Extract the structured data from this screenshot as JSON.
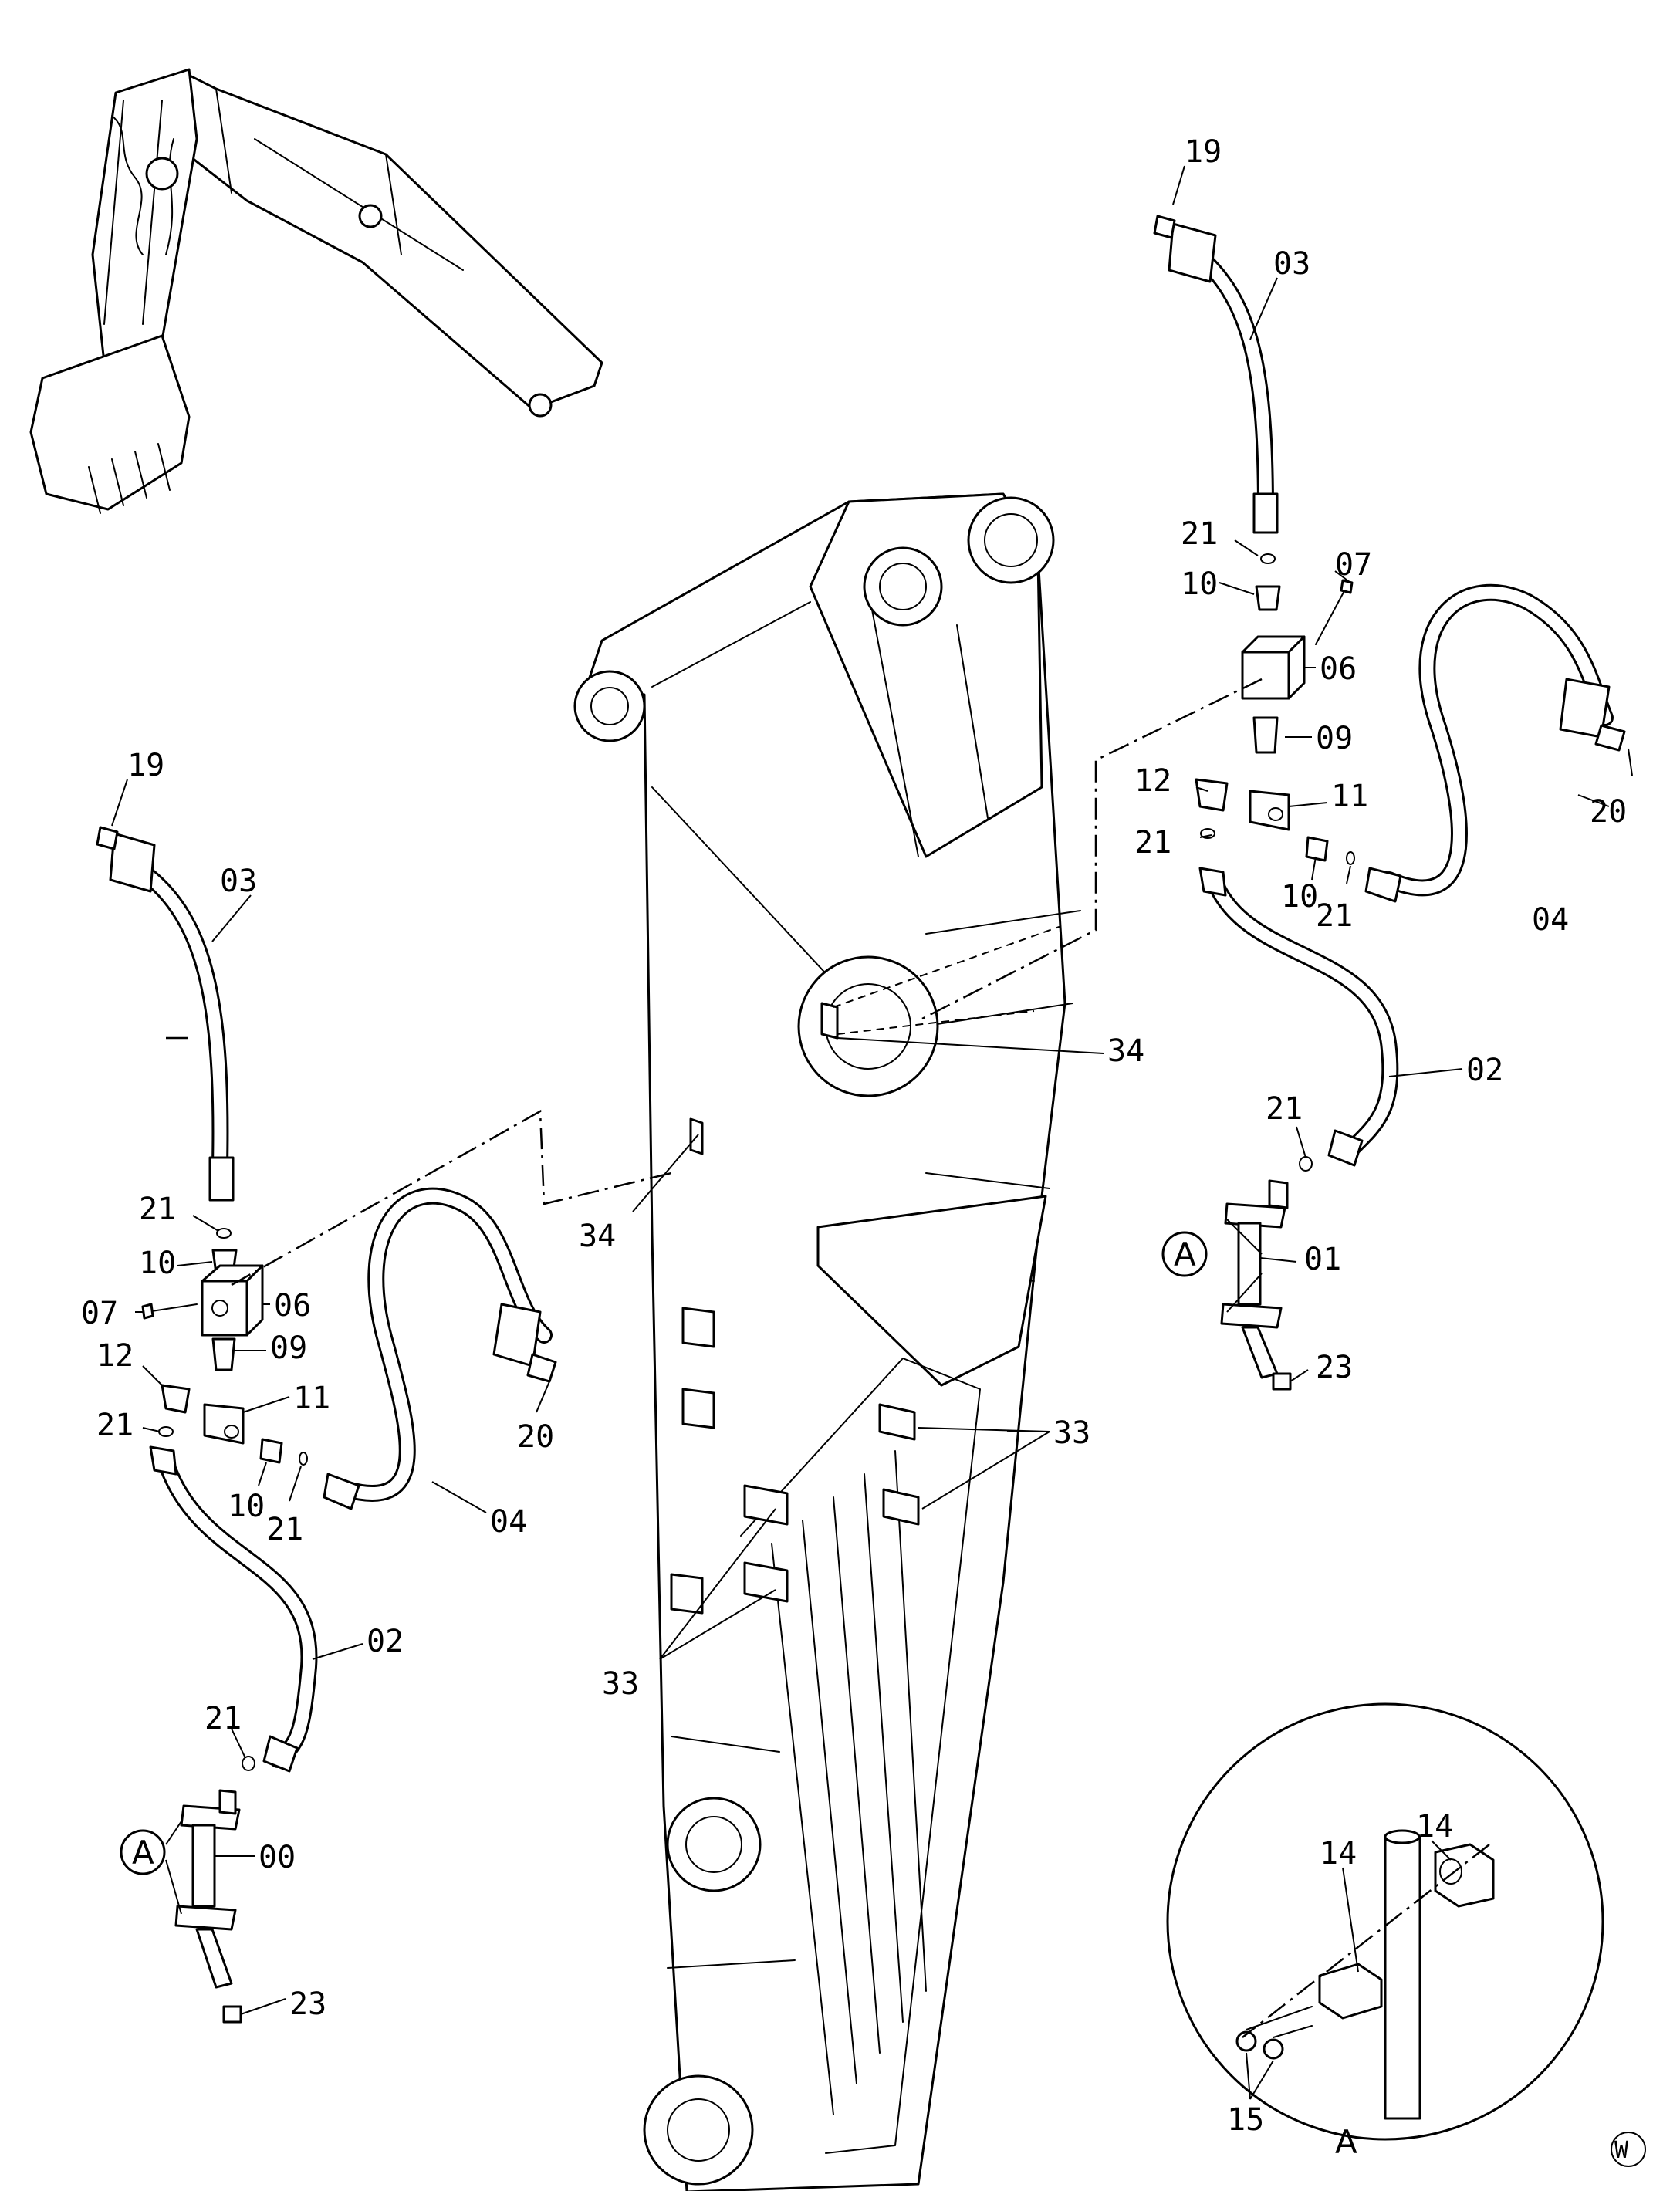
{
  "callouts": {
    "00": "00",
    "01": "01",
    "02": "02",
    "03": "03",
    "04": "04",
    "06": "06",
    "07": "07",
    "09": "09",
    "10": "10",
    "11": "11",
    "12": "12",
    "14": "14",
    "15": "15",
    "19": "19",
    "20": "20",
    "21": "21",
    "23": "23",
    "33": "33",
    "34": "34"
  },
  "detail_ref": "A",
  "corner_mark": "W"
}
